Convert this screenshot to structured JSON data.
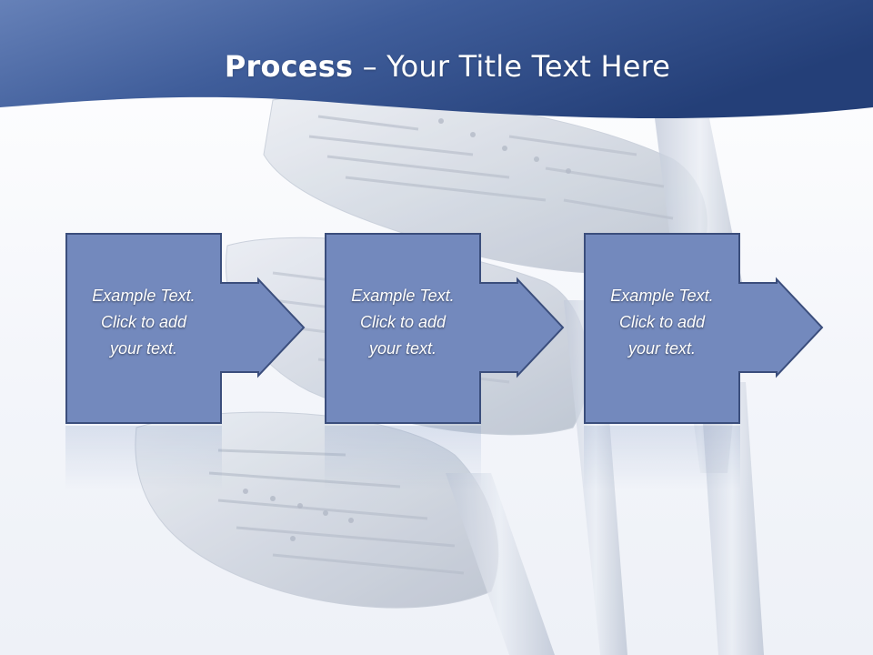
{
  "slide": {
    "title_bold": "Process",
    "title_rest": " – Your Title Text Here",
    "steps": [
      {
        "line1": "Example Text.",
        "line2": "Click  to add",
        "line3": "your text."
      },
      {
        "line1": "Example Text.",
        "line2": "Click  to add",
        "line3": "your text."
      },
      {
        "line1": "Example Text.",
        "line2": "Click  to add",
        "line3": "your text."
      }
    ]
  },
  "colors": {
    "header": "#4a69a6",
    "step_fill": "#7389bd",
    "step_border": "#3b4e7c",
    "text": "#ffffff"
  },
  "background_image": "golf-clubs-photo"
}
